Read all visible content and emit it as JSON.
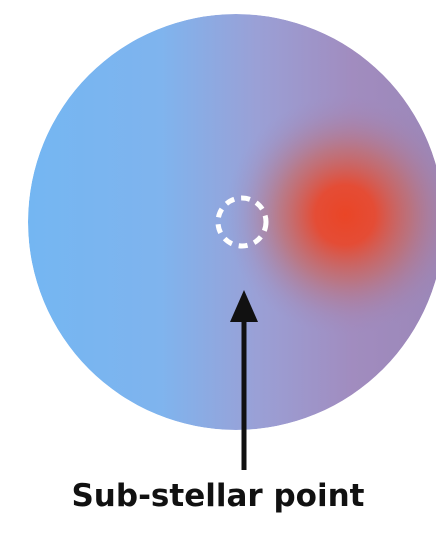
{
  "diagram": {
    "caption": "Sub-stellar point",
    "colors": {
      "planet_cool": "#7ab8f0",
      "planet_mid": "#9c8fc4",
      "hotspot_core": "#e8452c",
      "marker": "#ffffff",
      "arrow": "#111111",
      "background": "#ffffff"
    },
    "elements": {
      "planet": "tidally-locked planet disc with day-side heating gradient",
      "marker": "dashed white circle",
      "arrow": "upward arrow pointing to marker"
    }
  }
}
